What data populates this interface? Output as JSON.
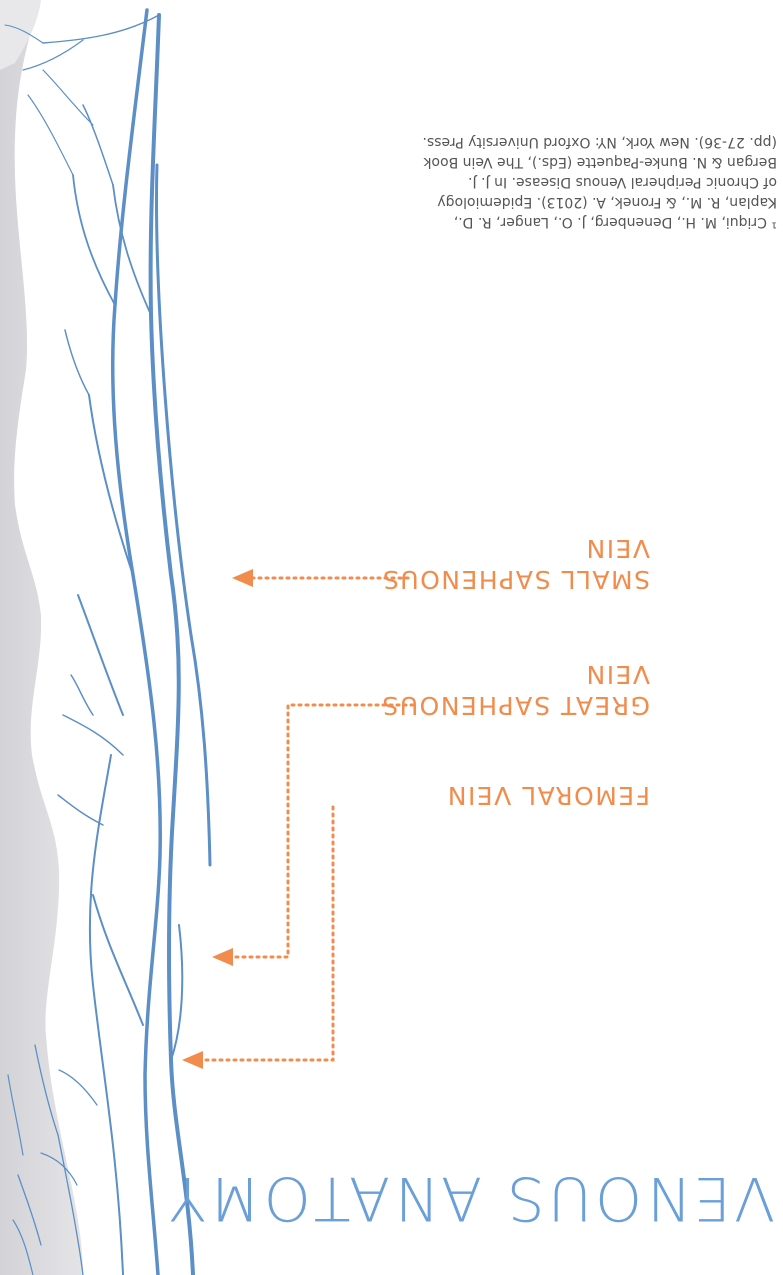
{
  "poster": {
    "title": "VENOUS ANATOMY",
    "title_color": "#6a9fd8",
    "accent_color": "#f28c4c",
    "vein_color": "#5b8fc6",
    "labels": [
      {
        "lines": [
          "FEMORAL VEIN"
        ]
      },
      {
        "lines": [
          "GREAT SAPHENOUS",
          "VEIN"
        ]
      },
      {
        "lines": [
          "SMALL SAPHENOUS",
          "VEIN"
        ]
      }
    ],
    "citation": [
      "¹ Criqui, M. H., Denenberg, J. O., Langer, R. D.,",
      "Kaplan, R. M., & Fronek, A. (2013). Epidemiology",
      "of Chronic Peripheral Venous Disease. In J. J.",
      "Bergan & N. Bunke-Paquette (Eds.), The Vein Book",
      "(pp. 27-36). New York, NY: Oxford University Press."
    ]
  }
}
